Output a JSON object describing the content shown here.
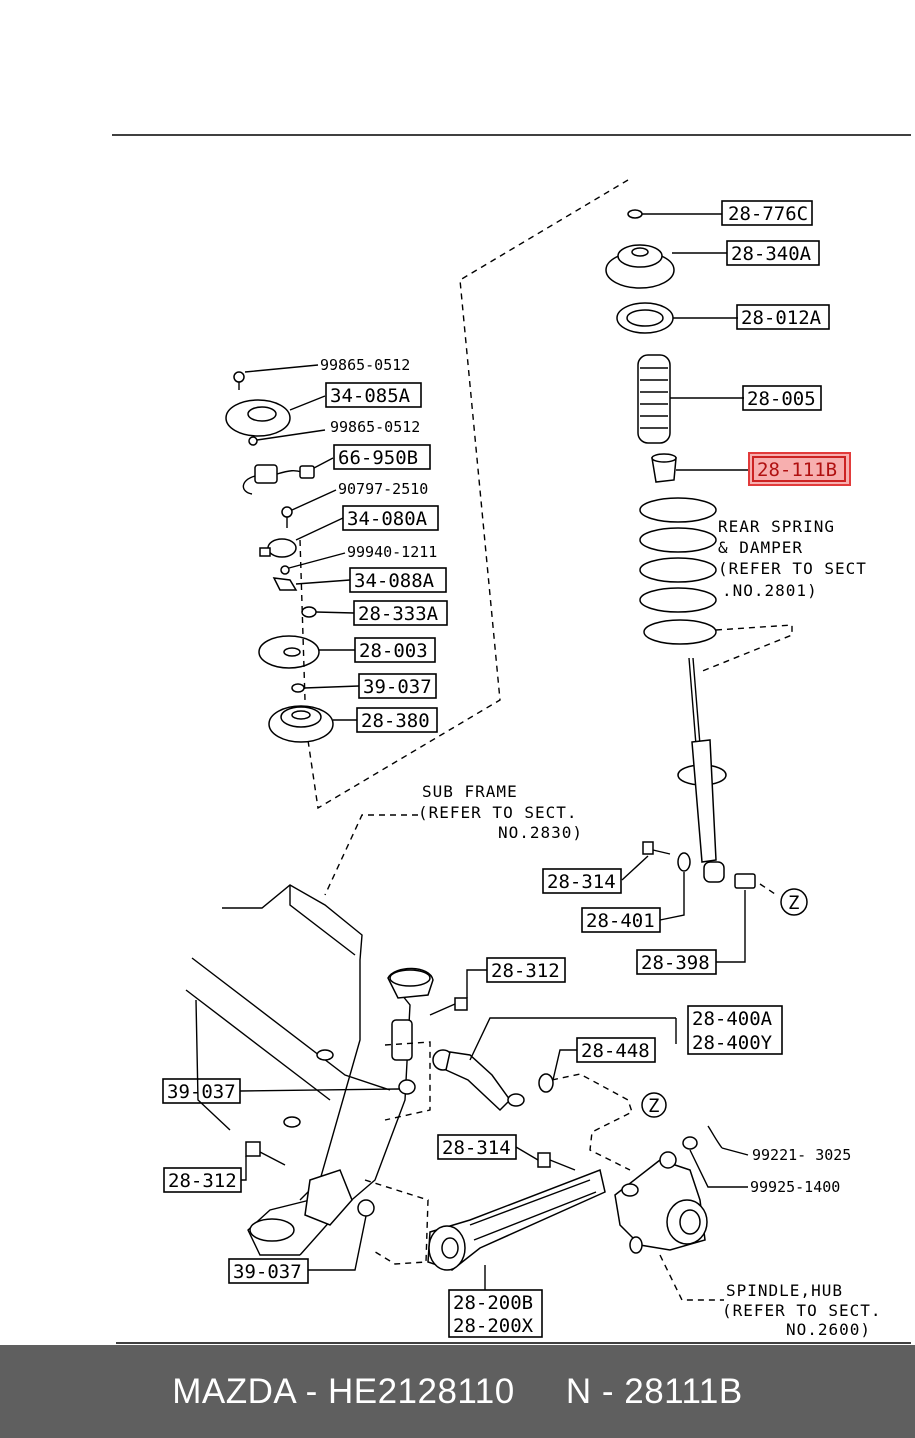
{
  "callouts": {
    "c28_776C": "28-776C",
    "c28_340A": "28-340A",
    "c28_012A": "28-012A",
    "c28_005": "28-005",
    "c28_111B": "28-111B",
    "c99865_0512a": "99865-0512",
    "c34_085A": "34-085A",
    "c99865_0512b": "99865-0512",
    "c66_950B": "66-950B",
    "c90797_2510": "90797-2510",
    "c34_080A": "34-080A",
    "c99940_1211": "99940-1211",
    "c34_088A": "34-088A",
    "c28_333A": "28-333A",
    "c28_003": "28-003",
    "c39_037a": "39-037",
    "c28_380": "28-380",
    "c28_314a": "28-314",
    "c28_401": "28-401",
    "c28_398": "28-398",
    "c28_312a": "28-312",
    "c28_400A": "28-400A",
    "c28_400Y": "28-400Y",
    "c28_448": "28-448",
    "c39_037b": "39-037",
    "c28_314b": "28-314",
    "c99221_3025": "99221- 3025",
    "c99925_1400": "99925-1400",
    "c28_312b": "28-312",
    "c39_037c": "39-037",
    "c28_200B": "28-200B",
    "c28_200X": "28-200X",
    "z1": "Z",
    "z2": "Z"
  },
  "notes": {
    "spring_1": "REAR SPRING",
    "spring_2": "& DAMPER",
    "spring_3": "(REFER TO SECT",
    "spring_4": ".NO.2801)",
    "subframe_1": "SUB FRAME",
    "subframe_2": "(REFER TO SECT.",
    "subframe_3": "NO.2830)",
    "spindle_1": "SPINDLE,HUB",
    "spindle_2": "(REFER TO SECT.",
    "spindle_3": "NO.2600)"
  },
  "highlight": {
    "part": "28-111B",
    "color": "#e23b3b"
  },
  "footer": {
    "text": "MAZDA - HE2128110     N - 28111B"
  }
}
